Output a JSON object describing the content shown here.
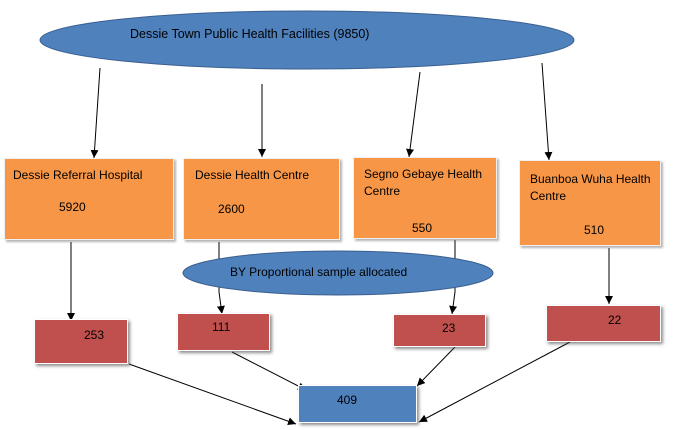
{
  "top": {
    "label": "Dessie Town Public Health Facilities (9850)"
  },
  "facilities": [
    {
      "name": "Dessie Referral Hospital",
      "population": "5920",
      "sample": "253"
    },
    {
      "name": "Dessie Health Centre",
      "population": "2600",
      "sample": "111"
    },
    {
      "name": "Segno Gebaye Health Centre",
      "population": "550",
      "sample": "23"
    },
    {
      "name": "Buanboa Wuha Health Centre",
      "population": "510",
      "sample": "22"
    }
  ],
  "allocation": {
    "label": "BY Proportional sample allocated"
  },
  "total": {
    "label": "409"
  },
  "colors": {
    "ellipse": "#4f81bd",
    "facility_box": "#f79646",
    "sample_box": "#c0504d",
    "total_box": "#4f81bd"
  }
}
